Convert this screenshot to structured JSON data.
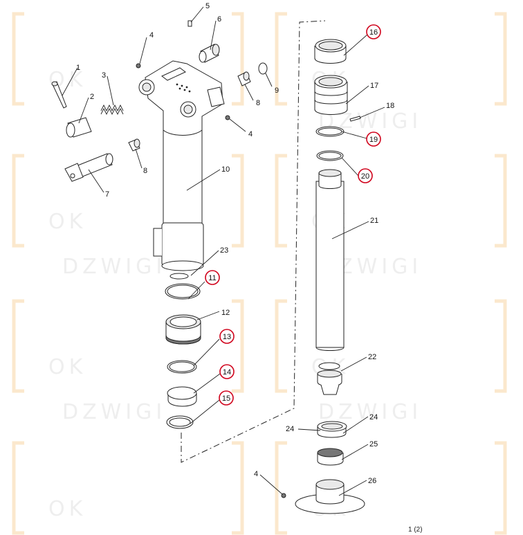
{
  "watermark": {
    "brand": "OK",
    "text": "DZWIGI"
  },
  "callouts": {
    "p1": "1",
    "p2": "2",
    "p3": "3",
    "p4a": "4",
    "p4b": "4",
    "p4c": "4",
    "p5": "5",
    "p6": "6",
    "p7": "7",
    "p8a": "8",
    "p8b": "8",
    "p9": "9",
    "p10": "10",
    "p11": "11",
    "p12": "12",
    "p13": "13",
    "p14": "14",
    "p15": "15",
    "p16": "16",
    "p17": "17",
    "p18": "18",
    "p19": "19",
    "p20": "20",
    "p21": "21",
    "p22": "22",
    "p23": "23",
    "p24a": "24",
    "p24b": "24",
    "p25": "25",
    "p26": "26"
  },
  "highlighted_parts": [
    "11",
    "13",
    "14",
    "15",
    "16",
    "19",
    "20"
  ],
  "colors": {
    "highlight_circle": "#d0021b",
    "watermark": "#ededed",
    "watermark_bracket": "#fbe6c8"
  },
  "page_number": "1 (2)"
}
